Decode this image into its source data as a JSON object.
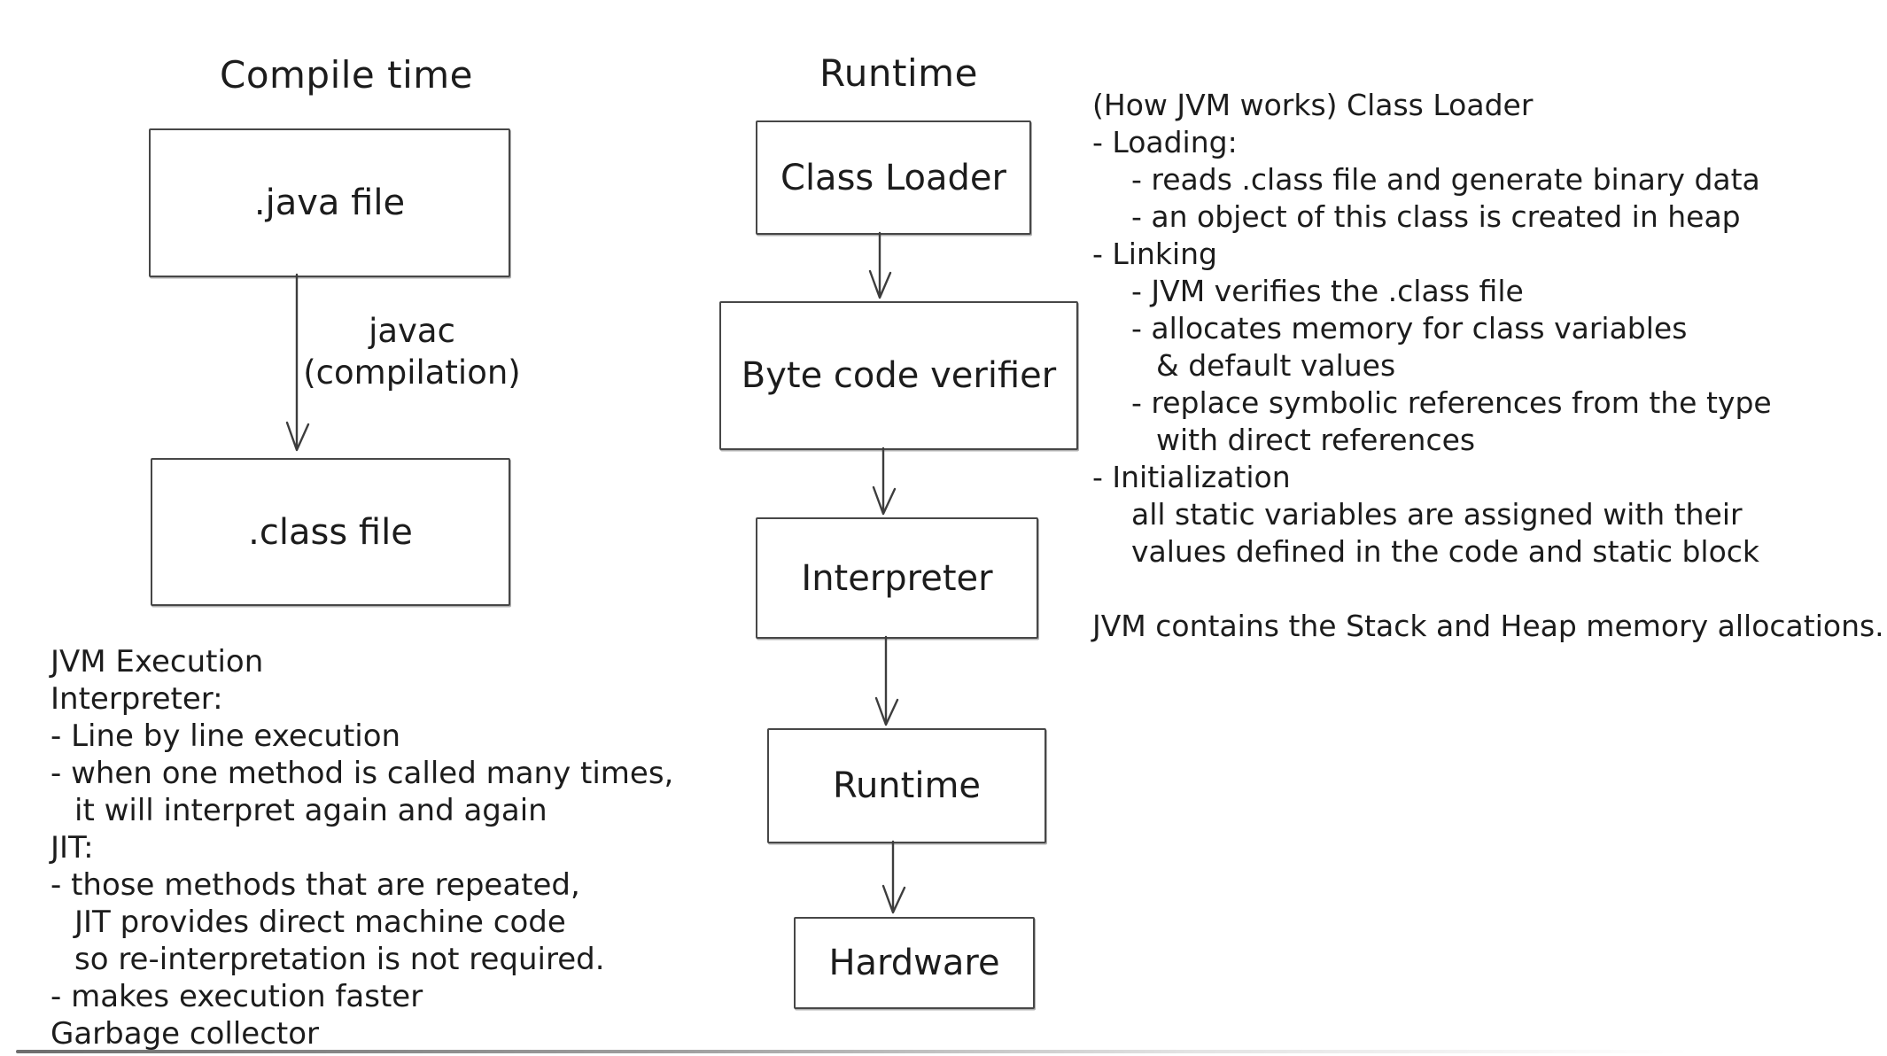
{
  "canvas": {
    "background": "#ffffff",
    "ink_color": "#1c1c1c",
    "border_color": "#474747"
  },
  "compile_section": {
    "heading": "Compile time",
    "java_file_label": ".java file",
    "class_file_label": ".class file",
    "compile_arrow_label": {
      "line1": "javac",
      "line2": "(compilation)"
    }
  },
  "runtime_section": {
    "heading": "Runtime",
    "stages": [
      "Class Loader",
      "Byte code verifier",
      "Interpreter",
      "Runtime",
      "Hardware"
    ]
  },
  "jvm_execution_notes": {
    "lines": [
      {
        "text": "JVM Execution",
        "indent": 0
      },
      {
        "text": "Interpreter:",
        "indent": 0
      },
      {
        "text": "- Line by line execution",
        "indent": 0
      },
      {
        "text": "- when one method is called many times,",
        "indent": 0
      },
      {
        "text": "it will interpret again and again",
        "indent": 1
      },
      {
        "text": "JIT:",
        "indent": 0
      },
      {
        "text": "- those methods that are repeated,",
        "indent": 0
      },
      {
        "text": "JIT provides direct machine code",
        "indent": 1
      },
      {
        "text": "so re-interpretation is not required.",
        "indent": 1
      },
      {
        "text": "- makes execution faster",
        "indent": 0
      },
      {
        "text": "Garbage collector",
        "indent": 0
      }
    ]
  },
  "class_loader_notes": {
    "lines": [
      {
        "text": "(How JVM works) Class Loader",
        "indent": 0
      },
      {
        "text": "- Loading:",
        "indent": 0
      },
      {
        "text": "- reads .class file and generate binary data",
        "indent": 1
      },
      {
        "text": "- an object of this class is created in heap",
        "indent": 1
      },
      {
        "text": "- Linking",
        "indent": 0
      },
      {
        "text": "- JVM verifies the .class file",
        "indent": 1
      },
      {
        "text": "- allocates memory for class variables",
        "indent": 1
      },
      {
        "text": "& default values",
        "indent": 2
      },
      {
        "text": "- replace symbolic references from the type",
        "indent": 1
      },
      {
        "text": "with direct references",
        "indent": 2
      },
      {
        "text": "- Initialization",
        "indent": 0
      },
      {
        "text": "all static variables are assigned with their",
        "indent": 1
      },
      {
        "text": "values defined in the code and static block",
        "indent": 1
      },
      {
        "text": "",
        "indent": 0
      },
      {
        "text": "JVM contains the Stack and Heap memory allocations.",
        "indent": 0
      }
    ]
  }
}
